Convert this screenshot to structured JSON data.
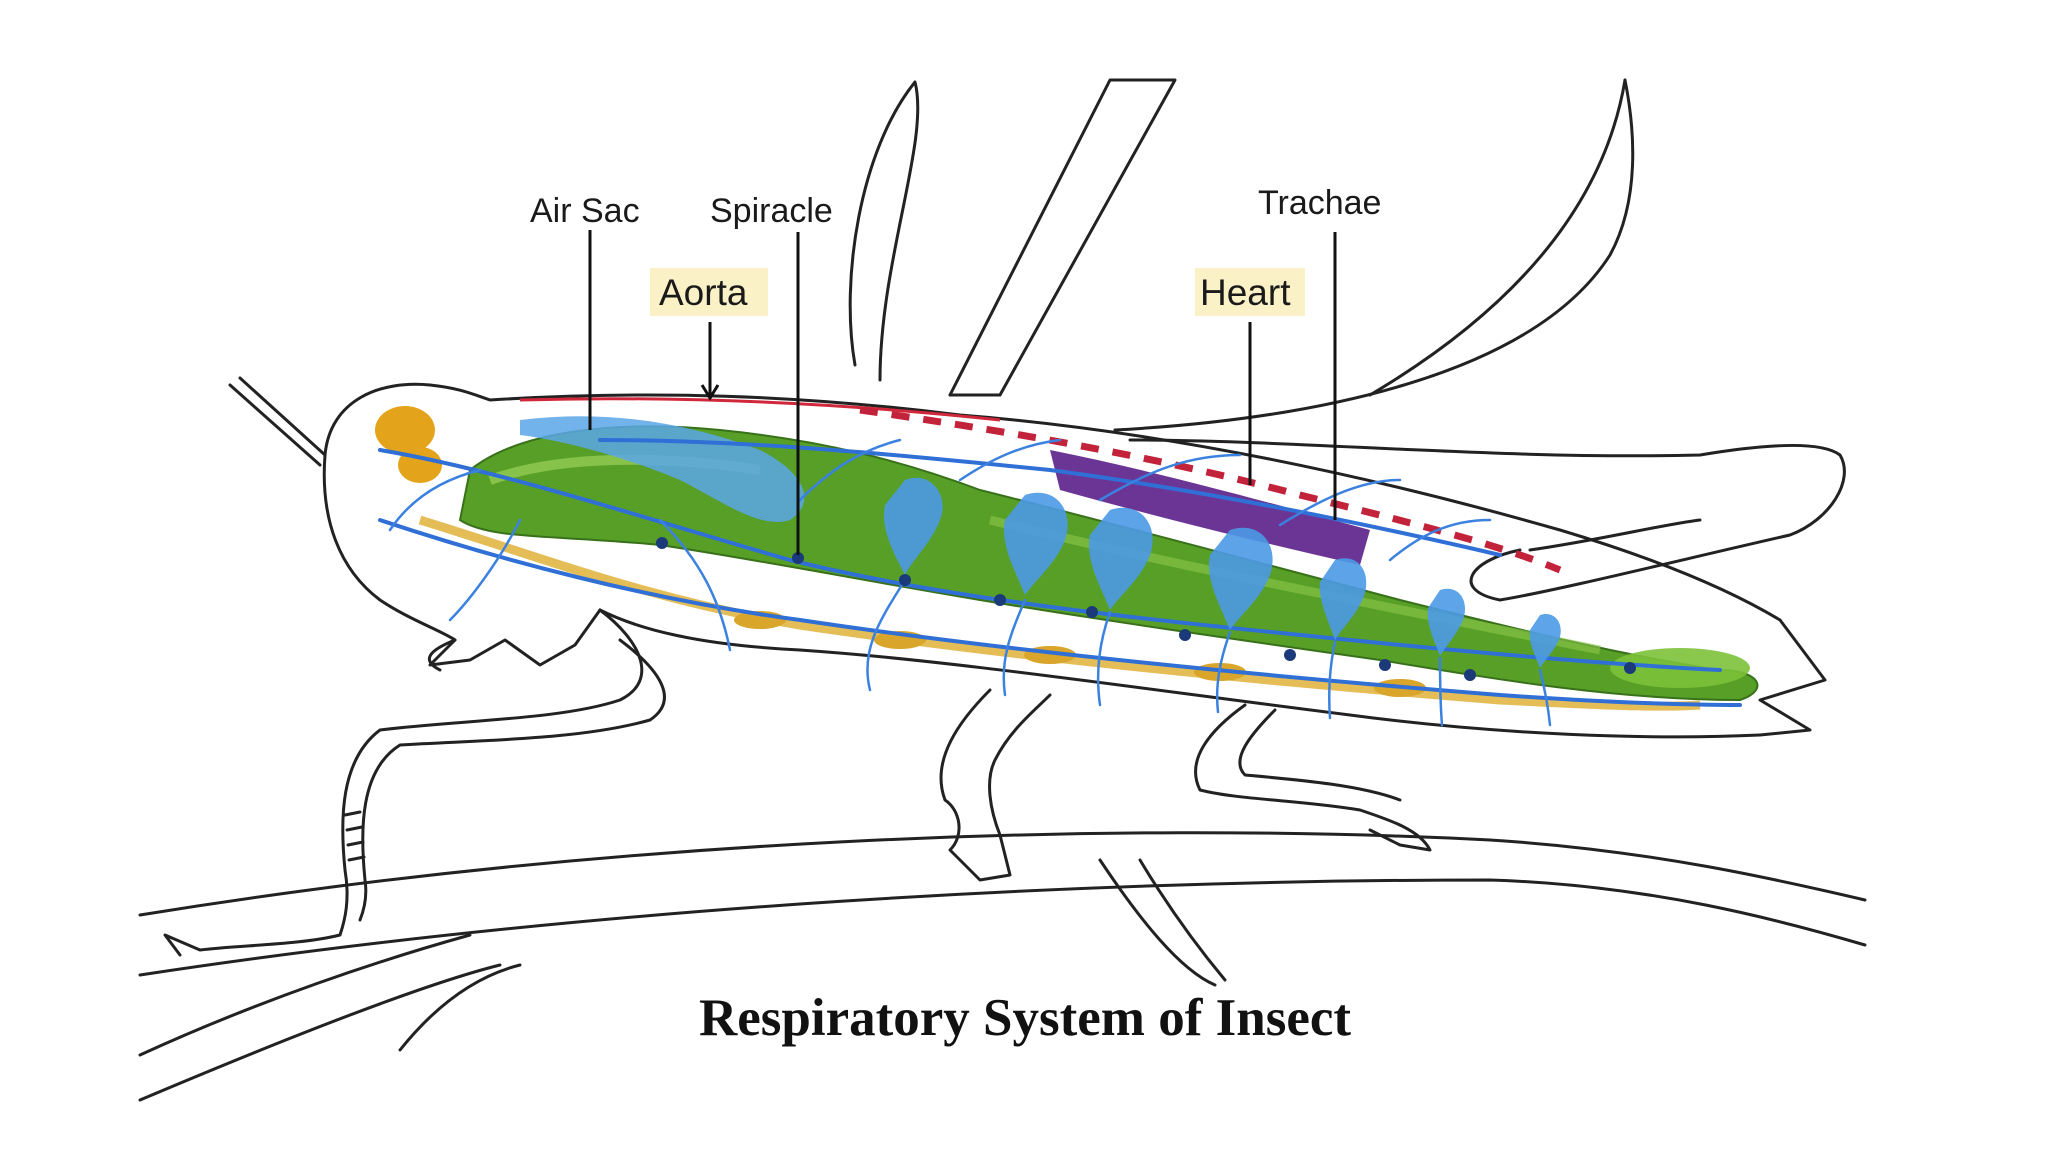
{
  "diagram": {
    "title": "Respiratory System of Insect",
    "labels": {
      "air_sac": "Air Sac",
      "spiracle": "Spiracle",
      "aorta": "Aorta",
      "heart": "Heart",
      "trachae": "Trachae"
    },
    "colors": {
      "tracheae": "#2f6fd6",
      "gut": "#4f9a1c",
      "heart": "#5b1f8a",
      "aorta": "#d0283a",
      "nerve_cord": "#e0b23a",
      "brain": "#e3a31a",
      "label_highlight": "#fbf1c7",
      "outline": "#222222"
    }
  }
}
